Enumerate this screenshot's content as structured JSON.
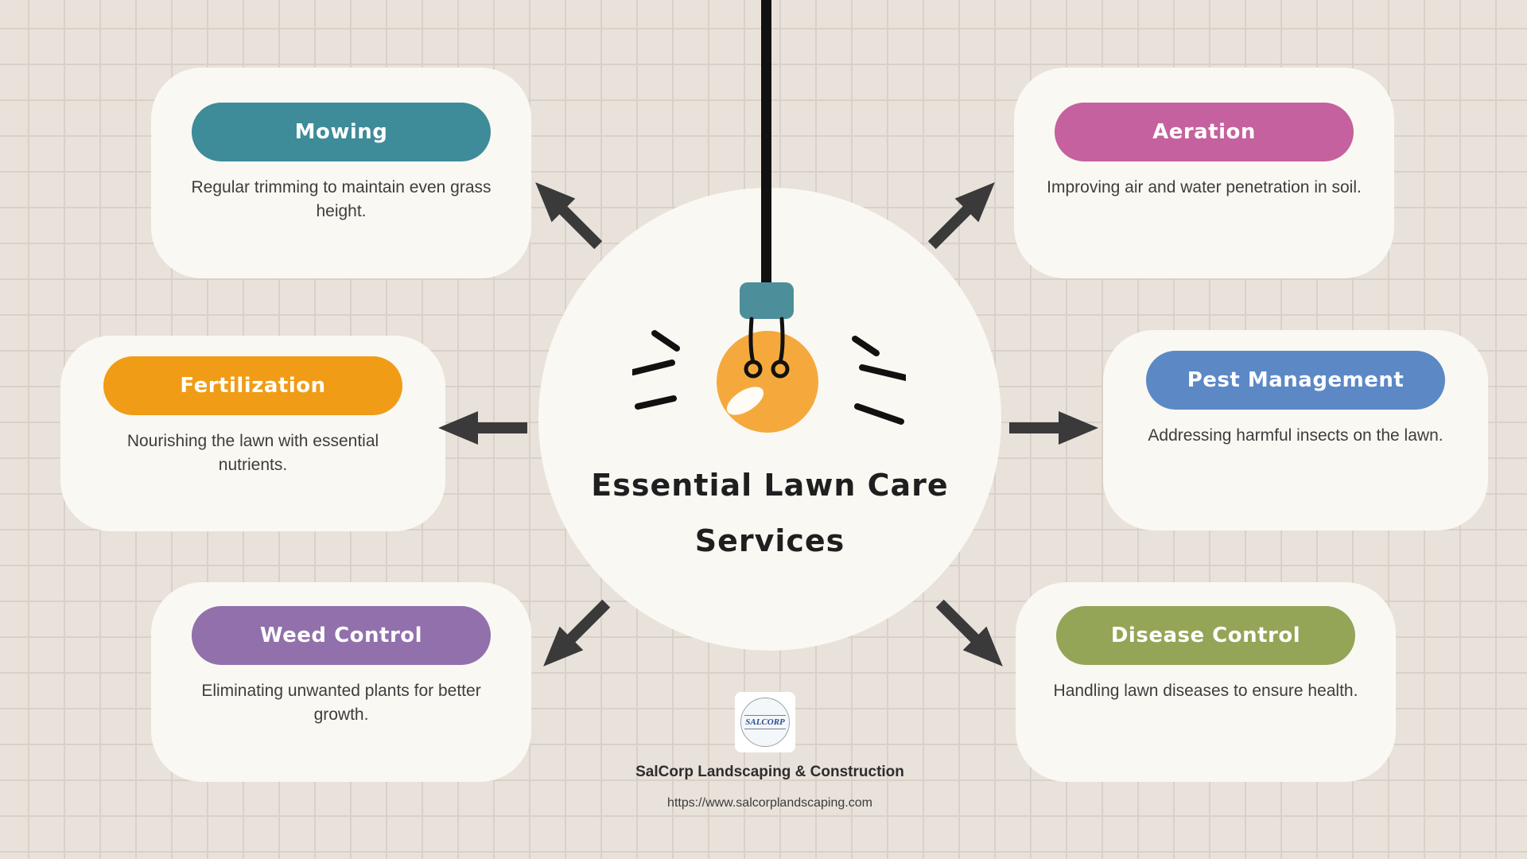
{
  "title": {
    "line1": "Essential Lawn Care",
    "line2": "Services"
  },
  "cards": [
    {
      "id": "mowing",
      "label": "Mowing",
      "description": "Regular trimming to maintain even grass height.",
      "color": "#3e8b99"
    },
    {
      "id": "aeration",
      "label": "Aeration",
      "description": "Improving air and water penetration in soil.",
      "color": "#c5619e"
    },
    {
      "id": "fertilization",
      "label": "Fertilization",
      "description": "Nourishing the lawn with essential nutrients.",
      "color": "#f09c17"
    },
    {
      "id": "pest-management",
      "label": "Pest Management",
      "description": "Addressing harmful insects on the lawn.",
      "color": "#5c88c6"
    },
    {
      "id": "weed-control",
      "label": "Weed Control",
      "description": "Eliminating unwanted plants for better growth.",
      "color": "#9170ac"
    },
    {
      "id": "disease-control",
      "label": "Disease Control",
      "description": "Handling lawn diseases to ensure health.",
      "color": "#94a557"
    }
  ],
  "footer": {
    "company": "SalCorp Landscaping & Construction",
    "url": "https://www.salcorplandscaping.com",
    "logo_text": "SALCORP"
  },
  "colors": {
    "background": "#e9e2db",
    "grid_line": "#d9d1c9",
    "card_background": "#faf8f2",
    "arrow": "#3a3a3a",
    "bulb": "#f5a93d",
    "bulb_cap": "#4d8e9b",
    "cord": "#111111"
  }
}
